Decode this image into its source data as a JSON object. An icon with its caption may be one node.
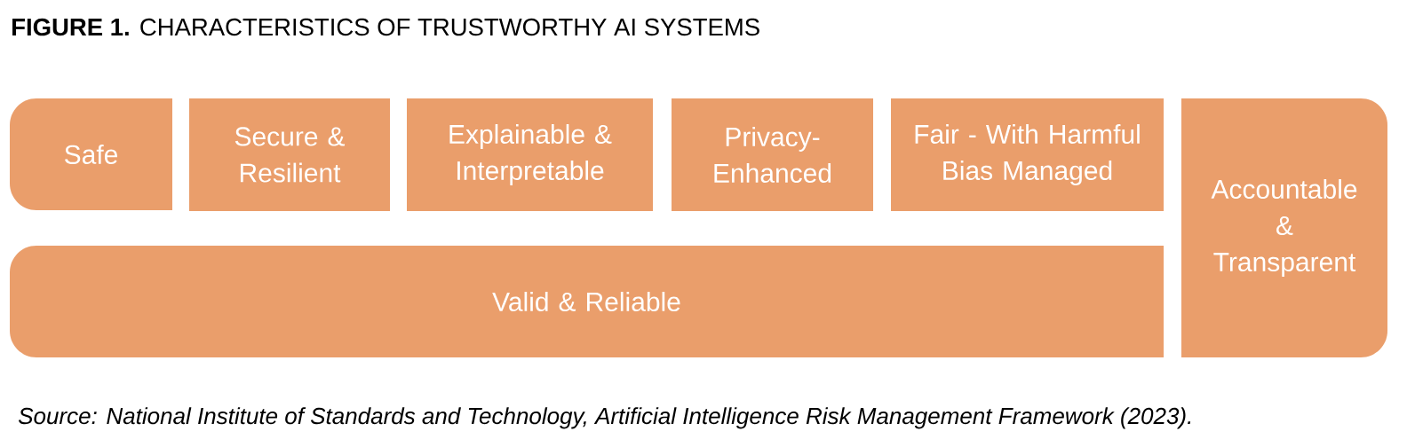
{
  "diagram": {
    "title": "**FIGURE 1.** CHARACTERISTICS OF TRUSTWORTHY AI SYSTEMS",
    "caption": "Source: National Institute of Standards and Technology, Artificial Intelligence Risk Management Framework (2023).",
    "nodes": [
      {
        "text": [
          "Safe"
        ]
      },
      {
        "text": [
          "Secure & Resilient"
        ]
      },
      {
        "text": [
          "Explainable & Interpretable"
        ]
      },
      {
        "text": [
          "Privacy-Enhanced"
        ]
      },
      {
        "text": [
          "Fair - With Harmful Bias Managed"
        ]
      },
      {
        "text": [
          "Accountable & Transparent"
        ]
      },
      {
        "text": [
          "Valid & Reliable"
        ]
      }
    ]
  }
}
